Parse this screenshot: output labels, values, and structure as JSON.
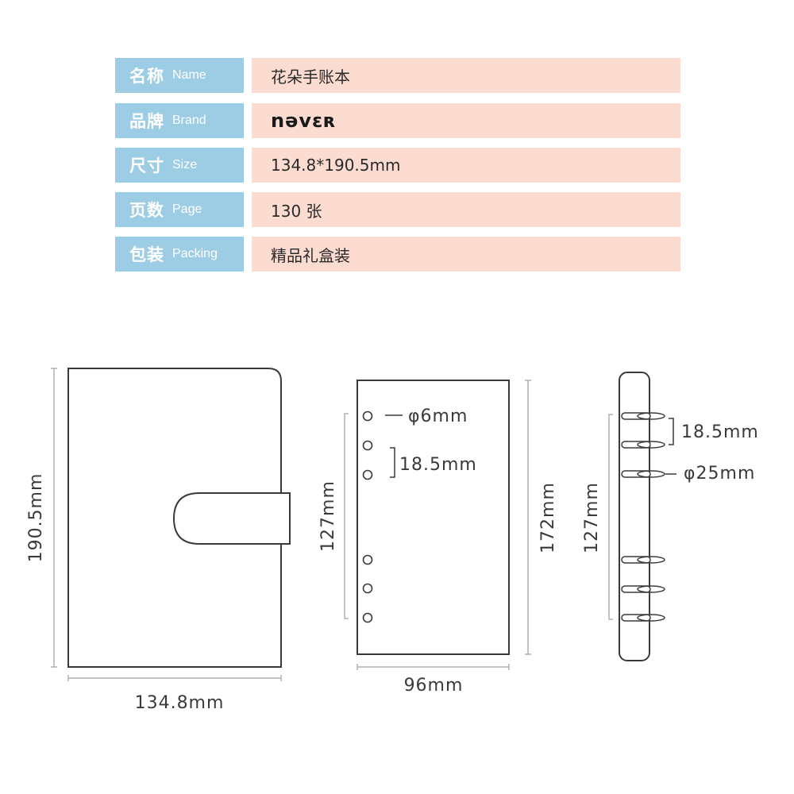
{
  "specs": [
    {
      "label_cn": "名称",
      "label_en": "Name",
      "value": "花朵手账本"
    },
    {
      "label_cn": "品牌",
      "label_en": "Brand",
      "value": "nəvɛʀ"
    },
    {
      "label_cn": "尺寸",
      "label_en": "Size",
      "value": "134.8*190.5mm"
    },
    {
      "label_cn": "页数",
      "label_en": "Page",
      "value": "130 张"
    },
    {
      "label_cn": "包装",
      "label_en": "Packing",
      "value": "精品礼盒装"
    }
  ],
  "dimensions": {
    "cover_height": "190.5mm",
    "cover_width": "134.8mm",
    "hole_diameter": "φ6mm",
    "hole_spacing": "18.5mm",
    "hole_span": "127mm",
    "sheet_height": "172mm",
    "sheet_width": "96mm",
    "ring_spacing": "18.5mm",
    "ring_diameter": "φ25mm",
    "ring_span": "127mm"
  },
  "colors": {
    "label_bg": "#9dcde5",
    "value_bg": "#fcdcd0",
    "line": "#3a3a3a",
    "dim_line": "#b0b0b0"
  }
}
